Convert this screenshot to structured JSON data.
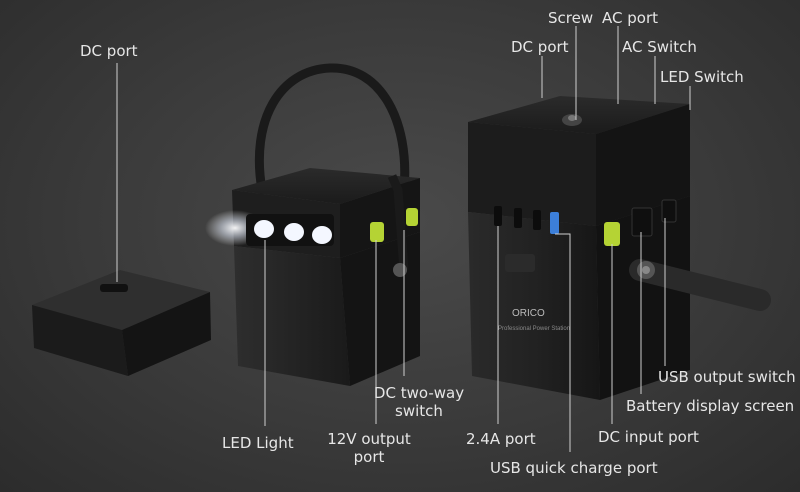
{
  "callouts": {
    "dc_port_left": "DC port",
    "led_light": "LED Light",
    "out_12v_line1": "12V output",
    "out_12v_line2": "port",
    "dc_two_way_line1": "DC two-way",
    "dc_two_way_line2": "switch",
    "screw": "Screw",
    "ac_port": "AC port",
    "dc_port_top": "DC port",
    "ac_switch": "AC Switch",
    "led_switch": "LED Switch",
    "usb_output_switch": "USB output switch",
    "battery_display_screen": "Battery display screen",
    "dc_input_port": "DC input port",
    "port_24a": "2.4A port",
    "usb_quick_charge_port": "USB quick charge port"
  },
  "product_marks": {
    "brand": "ORICO",
    "subtitle": "Professional Power Station"
  },
  "colors": {
    "background": "#3a3a3a",
    "device_body": "#1c1c1c",
    "port_green": "#b5d334",
    "usb_blue": "#3c7fd9",
    "label_text": "#e6e6e6"
  }
}
